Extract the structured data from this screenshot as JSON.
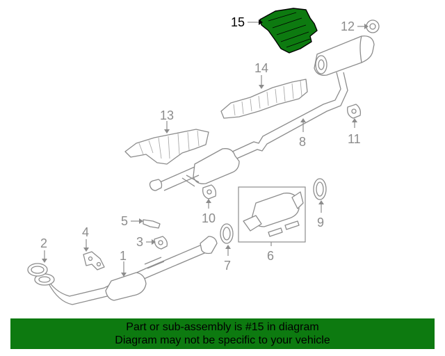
{
  "diagram": {
    "callouts": [
      "1",
      "2",
      "3",
      "4",
      "5",
      "6",
      "7",
      "8",
      "9",
      "10",
      "11",
      "12",
      "13",
      "14",
      "15"
    ],
    "highlighted_part": "15",
    "highlight_color": "#0d7a10",
    "line_color": "#8c8c8c"
  },
  "banner": {
    "line1": "Part or sub-assembly is #15 in diagram",
    "line2": "Diagram may not be specific to your vehicle",
    "background": "#0d7a10"
  }
}
